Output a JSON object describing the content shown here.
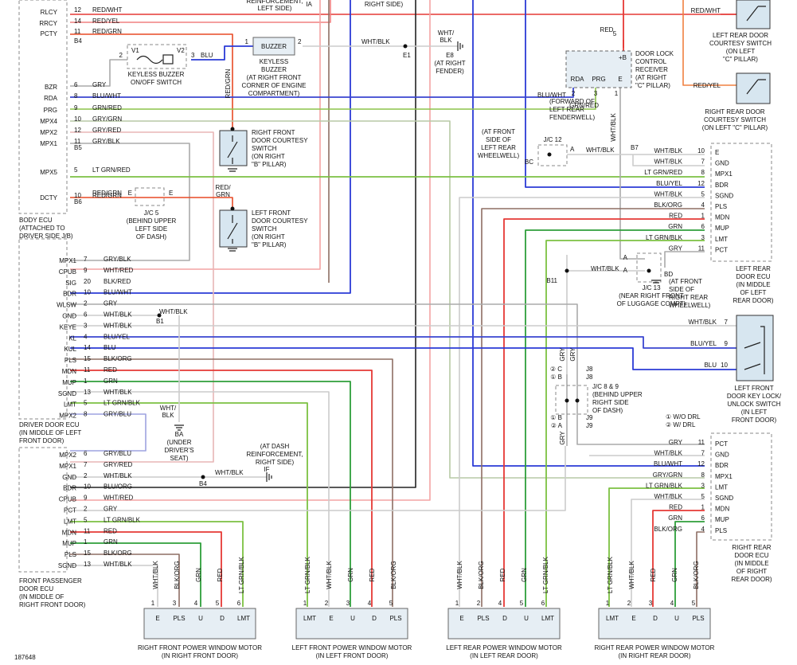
{
  "figure_id": "187648",
  "components": {
    "body_ecu": [
      "BODY ECU",
      "(ATTACHED TO",
      "DRIVER SIDE J/B)"
    ],
    "driver_door_ecu": [
      "DRIVER DOOR ECU",
      "(IN MIDDLE OF LEFT",
      "FRONT DOOR)"
    ],
    "front_pass_ecu": [
      "FRONT PASSENGER",
      "DOOR ECU",
      "(IN MIDDLE OF",
      "RIGHT FRONT DOOR)"
    ],
    "lr_ecu": [
      "LEFT REAR",
      "DOOR ECU",
      "(IN MIDDLE",
      "OF LEFT",
      "REAR DOOR)"
    ],
    "rr_ecu": [
      "RIGHT REAR",
      "DOOR ECU",
      "(IN MIDDLE",
      "OF RIGHT",
      "REAR DOOR)"
    ],
    "buzzer": "BUZZER",
    "buzzer_caption": [
      "KEYLESS",
      "BUZZER",
      "(AT RIGHT FRONT",
      "CORNER OF ENGINE",
      "COMPARTMENT)"
    ],
    "keyless_switch": [
      "KEYLESS BUZZER",
      "ON/OFF SWITCH"
    ],
    "rf_courtesy": [
      "RIGHT FRONT",
      "DOOR COURTESY",
      "SWITCH",
      "(ON RIGHT",
      "\"B\" PILLAR)"
    ],
    "lf_courtesy": [
      "LEFT FRONT",
      "DOOR COURTESY",
      "SWITCH",
      "(ON RIGHT",
      "\"B\" PILLAR)"
    ],
    "lr_courtesy": [
      "LEFT REAR DOOR",
      "COURTESY SWITCH",
      "(ON LEFT",
      "\"C\" PILLAR)"
    ],
    "rr_courtesy": [
      "RIGHT REAR DOOR",
      "COURTESY SWITCH",
      "(ON LEFT \"C\" PILLAR)"
    ],
    "receiver": [
      "DOOR LOCK",
      "CONTROL",
      "RECEIVER",
      "(AT RIGHT",
      "\"C\" PILLAR)"
    ],
    "jc5": [
      "J/C 5",
      "(BEHIND UPPER",
      "LEFT SIDE",
      "OF DASH)"
    ],
    "jc12_caption": [
      "(FORWARD OF",
      "LEFT REAR",
      "FENDERWELL)"
    ],
    "jc12_side": [
      "(AT FRONT",
      "SIDE OF",
      "LEFT REAR",
      "WHEELWELL)"
    ],
    "jc13": [
      "J/C 13",
      "(NEAR RIGHT FRONT",
      "OF LUGGAGE COMPT)"
    ],
    "bd_caption": [
      "(AT FRONT",
      "SIDE OF",
      "RIGHT REAR",
      "WHEELWELL)"
    ],
    "jc89": [
      "J/C 8 & 9",
      "(BEHIND UPPER",
      "RIGHT SIDE",
      "OF DASH)"
    ],
    "drl_legend": [
      "① W/O DRL",
      "② W/ DRL"
    ],
    "lf_lock_switch": [
      "LEFT FRONT",
      "DOOR KEY LOCK/",
      "UNLOCK SWITCH",
      "(IN LEFT",
      "FRONT DOOR)"
    ],
    "e1": [
      "E1"
    ],
    "e8": [
      "E8",
      "(AT RIGHT",
      "FENDER)"
    ],
    "b1": "B1",
    "b4": "B4",
    "b11": "B11",
    "ba": [
      "BA",
      "(UNDER",
      "DRIVER'S",
      "SEAT)"
    ],
    "if_caption": [
      "(AT DASH",
      "REINFORCEMENT,",
      "RIGHT SIDE)"
    ],
    "top_text": [
      "REINFORCEMENT,",
      "LEFT SIDE)",
      "IA",
      "RIGHT SIDE)"
    ]
  },
  "body_ecu_pins": [
    {
      "name": "RLCY",
      "pin": "12",
      "wire": "RED/WHT"
    },
    {
      "name": "RRCY",
      "pin": "14",
      "wire": "RED/YEL"
    },
    {
      "name": "PCTY",
      "pin": "11",
      "wire": "RED/GRN"
    },
    {
      "name": "",
      "pin": "B4",
      "wire": ""
    },
    {
      "name": "BZR",
      "pin": "6",
      "wire": "GRY"
    },
    {
      "name": "RDA",
      "pin": "8",
      "wire": "BLU/WHT"
    },
    {
      "name": "PRG",
      "pin": "9",
      "wire": "GRN/RED"
    },
    {
      "name": "MPX4",
      "pin": "10",
      "wire": "GRY/GRN"
    },
    {
      "name": "MPX2",
      "pin": "12",
      "wire": "GRY/RED"
    },
    {
      "name": "MPX1",
      "pin": "11",
      "wire": "GRY/BLK"
    },
    {
      "name": "",
      "pin": "B5",
      "wire": ""
    },
    {
      "name": "MPX5",
      "pin": "5",
      "wire": "LT GRN/RED"
    },
    {
      "name": "DCTY",
      "pin": "10",
      "wire": "RED/GRN"
    },
    {
      "name": "",
      "pin": "B6",
      "wire": ""
    }
  ],
  "driver_ecu_pins": [
    {
      "name": "MPX1",
      "pin": "7",
      "wire": "GRY/BLK"
    },
    {
      "name": "CPUB",
      "pin": "9",
      "wire": "WHT/RED"
    },
    {
      "name": "SIG",
      "pin": "20",
      "wire": "BLK/RED"
    },
    {
      "name": "BDR",
      "pin": "10",
      "wire": "BLU/WHT"
    },
    {
      "name": "WLSW",
      "pin": "2",
      "wire": "GRY"
    },
    {
      "name": "GND",
      "pin": "6",
      "wire": "WHT/BLK"
    },
    {
      "name": "KEYE",
      "pin": "3",
      "wire": "WHT/BLK"
    },
    {
      "name": "KL",
      "pin": "4",
      "wire": "BLU/YEL"
    },
    {
      "name": "KUL",
      "pin": "14",
      "wire": "BLU"
    },
    {
      "name": "PLS",
      "pin": "15",
      "wire": "BLK/ORG"
    },
    {
      "name": "MDN",
      "pin": "11",
      "wire": "RED"
    },
    {
      "name": "MUP",
      "pin": "1",
      "wire": "GRN"
    },
    {
      "name": "SGND",
      "pin": "13",
      "wire": "WHT/BLK"
    },
    {
      "name": "LMT",
      "pin": "5",
      "wire": "LT GRN/BLK"
    },
    {
      "name": "MPX2",
      "pin": "8",
      "wire": "GRY/BLU"
    }
  ],
  "fp_ecu_pins": [
    {
      "name": "MPX2",
      "pin": "6",
      "wire": "GRY/BLU"
    },
    {
      "name": "MPX1",
      "pin": "7",
      "wire": "GRY/RED"
    },
    {
      "name": "GND",
      "pin": "2",
      "wire": "WHT/BLK"
    },
    {
      "name": "BDR",
      "pin": "10",
      "wire": "BLU/ORG"
    },
    {
      "name": "CPUB",
      "pin": "9",
      "wire": "WHT/RED"
    },
    {
      "name": "PCT",
      "pin": "2",
      "wire": "GRY"
    },
    {
      "name": "LMT",
      "pin": "5",
      "wire": "LT GRN/BLK"
    },
    {
      "name": "MDN",
      "pin": "11",
      "wire": "RED"
    },
    {
      "name": "MUP",
      "pin": "1",
      "wire": "GRN"
    },
    {
      "name": "PLS",
      "pin": "15",
      "wire": "BLK/ORG"
    },
    {
      "name": "SGND",
      "pin": "13",
      "wire": "WHT/BLK"
    }
  ],
  "lr_ecu_pins": [
    {
      "name": "E",
      "pin": "10",
      "wire": "WHT/BLK"
    },
    {
      "name": "GND",
      "pin": "7",
      "wire": "WHT/BLK"
    },
    {
      "name": "MPX1",
      "pin": "8",
      "wire": "LT GRN/RED"
    },
    {
      "name": "BDR",
      "pin": "12",
      "wire": "BLU/YEL"
    },
    {
      "name": "SGND",
      "pin": "5",
      "wire": "WHT/BLK"
    },
    {
      "name": "PLS",
      "pin": "4",
      "wire": "BLK/ORG"
    },
    {
      "name": "MDN",
      "pin": "1",
      "wire": "RED"
    },
    {
      "name": "MUP",
      "pin": "6",
      "wire": "GRN"
    },
    {
      "name": "LMT",
      "pin": "3",
      "wire": "LT GRN/BLK"
    },
    {
      "name": "PCT",
      "pin": "11",
      "wire": "GRY"
    }
  ],
  "rr_ecu_pins": [
    {
      "name": "PCT",
      "pin": "11",
      "wire": "GRY"
    },
    {
      "name": "GND",
      "pin": "7",
      "wire": "WHT/BLK"
    },
    {
      "name": "BDR",
      "pin": "12",
      "wire": "BLU/WHT"
    },
    {
      "name": "MPX1",
      "pin": "8",
      "wire": "GRY/GRN"
    },
    {
      "name": "LMT",
      "pin": "3",
      "wire": "LT GRN/BLK"
    },
    {
      "name": "SGND",
      "pin": "5",
      "wire": "WHT/BLK"
    },
    {
      "name": "MDN",
      "pin": "1",
      "wire": "RED"
    },
    {
      "name": "MUP",
      "pin": "6",
      "wire": "GRN"
    },
    {
      "name": "PLS",
      "pin": "4",
      "wire": "BLK/ORG"
    }
  ],
  "lf_switch_pins": [
    {
      "pin": "7",
      "wire": "WHT/BLK"
    },
    {
      "pin": "9",
      "wire": "BLU/YEL"
    },
    {
      "pin": "10",
      "wire": "BLU"
    }
  ],
  "motors": [
    {
      "title": "RIGHT FRONT POWER WINDOW MOTOR",
      "loc": "(IN RIGHT FRONT DOOR)",
      "pins": [
        [
          "E",
          "1",
          "WHT/BLK"
        ],
        [
          "PLS",
          "3",
          "BLK/ORG"
        ],
        [
          "U",
          "4",
          "GRN"
        ],
        [
          "D",
          "5",
          "RED"
        ],
        [
          "LMT",
          "6",
          "LT GRN/BLK"
        ]
      ]
    },
    {
      "title": "LEFT FRONT POWER WINDOW MOTOR",
      "loc": "(IN LEFT FRONT DOOR)",
      "pins": [
        [
          "LMT",
          "1",
          "LT GRN/BLK"
        ],
        [
          "E",
          "2",
          "WHT/BLK"
        ],
        [
          "U",
          "3",
          "GRN"
        ],
        [
          "D",
          "4",
          "RED"
        ],
        [
          "PLS",
          "5",
          "BLK/ORG"
        ]
      ]
    },
    {
      "title": "LEFT REAR POWER WINDOW MOTOR",
      "loc": "(IN LEFT REAR DOOR)",
      "pins": [
        [
          "E",
          "1",
          "WHT/BLK"
        ],
        [
          "PLS",
          "2",
          "BLK/ORG"
        ],
        [
          "D",
          "4",
          "RED"
        ],
        [
          "U",
          "5",
          "GRN"
        ],
        [
          "LMT",
          "6",
          "LT GRN/BLK"
        ]
      ]
    },
    {
      "title": "RIGHT REAR POWER WINDOW MOTOR",
      "loc": "(IN RIGHT REAR DOOR)",
      "pins": [
        [
          "LMT",
          "1",
          "LT GRN/BLK"
        ],
        [
          "E",
          "2",
          "WHT/BLK"
        ],
        [
          "D",
          "3",
          "RED"
        ],
        [
          "U",
          "4",
          "GRN"
        ],
        [
          "PLS",
          "5",
          "BLK/ORG"
        ]
      ]
    }
  ],
  "receiver_pins": {
    "b": "+B",
    "b_pin": "5",
    "rda": "RDA",
    "rda_pin": "2",
    "prg": "PRG",
    "prg_pin": "3",
    "e": "E",
    "e_pin": "1",
    "wire_b": "RED"
  },
  "misc_wires": {
    "buzzer_out": "WHT/BLK",
    "e8_wire": "WHT/BLK",
    "blu": "BLU",
    "rf_cour": "RED/GRN",
    "lf_cour": "RED/GRN",
    "jc12_a": "WHT/BLK",
    "jc12_b7": "B7",
    "jc12_bc": "BC",
    "jc12": "J/C 12",
    "jc13_a": "WHT/BLK",
    "bd": "BD",
    "driver_gnd": "WHT/BLK",
    "b4_wire": "WHT/BLK",
    "ba_wire": "WHT/BLK",
    "jc89_gry": "GRY",
    "rr_cour_wire": "RED/YEL",
    "lr_cour_wire": "RED/WHT",
    "receiver_rda": "BLU/WHT",
    "receiver_prg": "GRN/RED",
    "receiver_e": "WHT/BLK",
    "jc89_c": "C",
    "jc89_b": "B",
    "jc89_a": "A",
    "jc89_j8": "J8",
    "jc89_j9": "J9",
    "v1": "V1",
    "v2": "V2"
  }
}
